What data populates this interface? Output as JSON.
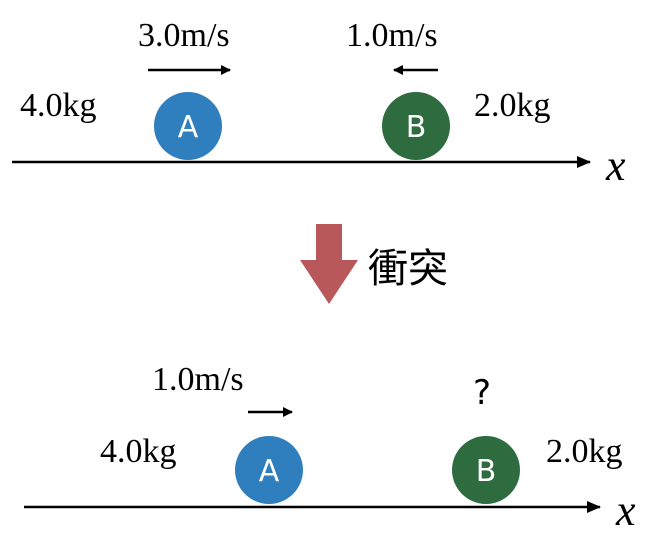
{
  "before": {
    "ball_a": {
      "letter": "A",
      "mass": "4.0kg",
      "velocity": "3.0m/s"
    },
    "ball_b": {
      "letter": "B",
      "mass": "2.0kg",
      "velocity": "1.0m/s"
    },
    "axis_label": "x"
  },
  "transition": {
    "label": "衝突"
  },
  "after": {
    "ball_a": {
      "letter": "A",
      "mass": "4.0kg",
      "velocity": "1.0m/s"
    },
    "ball_b": {
      "letter": "B",
      "mass": "2.0kg",
      "velocity": "?"
    },
    "axis_label": "x"
  },
  "colors": {
    "ball_a": "#2f7ebd",
    "ball_b": "#2e6b3e",
    "collision_arrow": "#b8585a",
    "line": "#000000"
  }
}
